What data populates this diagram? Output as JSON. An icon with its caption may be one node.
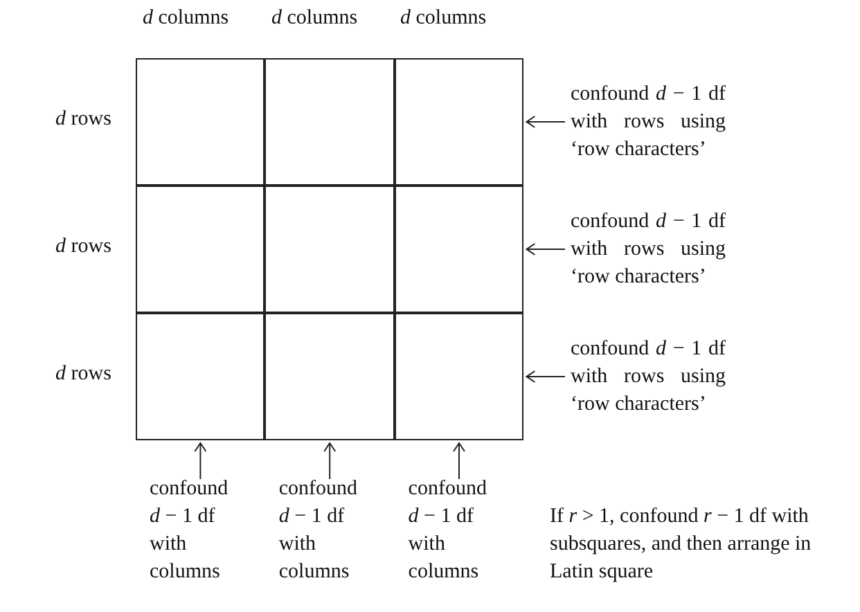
{
  "diagram": {
    "nodes": [
      {
        "text": [],
        "shape": "box"
      },
      {
        "text": [],
        "shape": "box"
      },
      {
        "text": [],
        "shape": "box"
      },
      {
        "text": [],
        "shape": "box"
      },
      {
        "text": [],
        "shape": "box"
      },
      {
        "text": [],
        "shape": "box"
      },
      {
        "text": [],
        "shape": "box"
      },
      {
        "text": [],
        "shape": "box"
      },
      {
        "text": [],
        "shape": "box"
      },
      {
        "text": [
          "confound *d* − 1 df with rows using ‘row characters’"
        ]
      },
      {
        "text": [
          "confound *d* − 1 df with rows using ‘row characters’"
        ]
      },
      {
        "text": [
          "confound *d* − 1 df with rows using ‘row characters’"
        ]
      },
      {
        "text": [
          "confound *d* − 1 df with columns"
        ]
      },
      {
        "text": [
          "confound *d* − 1 df with columns"
        ]
      },
      {
        "text": [
          "confound *d* − 1 df with columns"
        ]
      }
    ],
    "edges": [
      {
        "from": 9,
        "to": 2,
        "arrow": "to"
      },
      {
        "from": 10,
        "to": 5,
        "arrow": "to"
      },
      {
        "from": 11,
        "to": 8,
        "arrow": "to"
      },
      {
        "from": 12,
        "to": 6,
        "arrow": "to"
      },
      {
        "from": 13,
        "to": 7,
        "arrow": "to"
      },
      {
        "from": 14,
        "to": 8,
        "arrow": "to"
      }
    ],
    "labels": [
      "*d* columns",
      "*d* columns",
      "*d* columns",
      "*d* rows",
      "*d* rows",
      "*d* rows",
      "If *r* > 1, confound *r* − 1 df with subsquares, and then arrange in Latin square"
    ]
  }
}
